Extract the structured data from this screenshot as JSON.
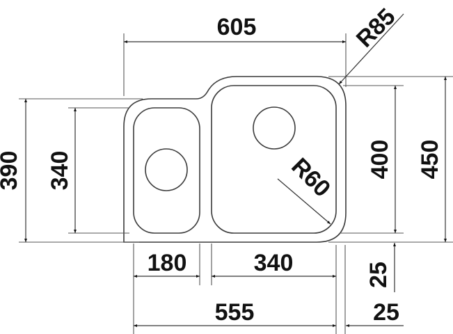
{
  "drawing": {
    "type": "technical-dimension-drawing",
    "subject": "double-bowl undermount sink",
    "units": "mm",
    "colors": {
      "line": "#333333",
      "text": "#111111",
      "background": "#ffffff"
    }
  },
  "dimensions": {
    "overall_width": "605",
    "corner_radius_outer": "R85",
    "corner_radius_inner": "R60",
    "overall_height_small_side": "390",
    "small_bowl_height": "340",
    "large_bowl_height": "400",
    "overall_height_large_side": "450",
    "small_bowl_width": "180",
    "large_bowl_width": "340",
    "bowls_total_width": "555",
    "rim_offset_vertical": "25",
    "rim_offset_horizontal": "25"
  }
}
